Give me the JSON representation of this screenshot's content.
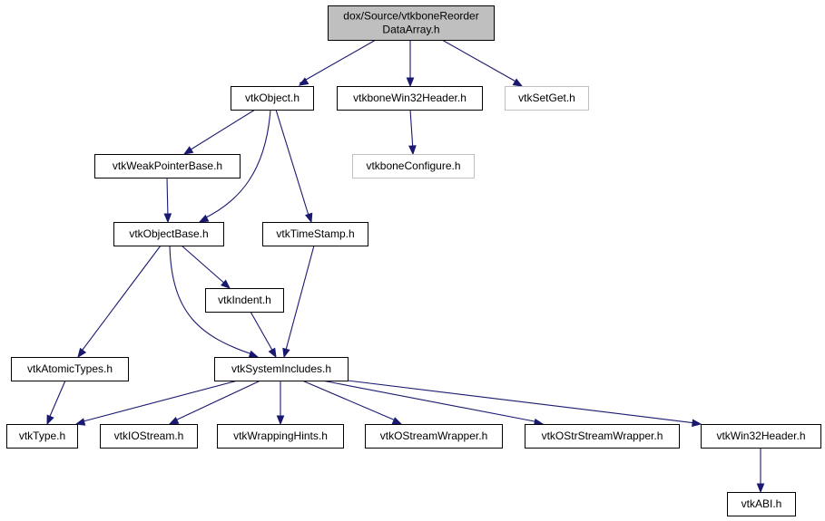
{
  "colors": {
    "edge": "#191970",
    "node_border": "#000000",
    "node_border_external": "#bfbfbf",
    "root_fill": "#bfbfbf",
    "node_fill": "#ffffff"
  },
  "nodes": {
    "root": {
      "lines": [
        "dox/Source/vtkboneReorder",
        "DataArray.h"
      ],
      "kind": "root"
    },
    "vtkObject": {
      "lines": [
        "vtkObject.h"
      ],
      "kind": "normal"
    },
    "vtkboneWin32Header": {
      "lines": [
        "vtkboneWin32Header.h"
      ],
      "kind": "normal"
    },
    "vtkSetGet": {
      "lines": [
        "vtkSetGet.h"
      ],
      "kind": "external"
    },
    "vtkboneConfigure": {
      "lines": [
        "vtkboneConfigure.h"
      ],
      "kind": "external"
    },
    "vtkWeakPointerBase": {
      "lines": [
        "vtkWeakPointerBase.h"
      ],
      "kind": "normal"
    },
    "vtkObjectBase": {
      "lines": [
        "vtkObjectBase.h"
      ],
      "kind": "normal"
    },
    "vtkTimeStamp": {
      "lines": [
        "vtkTimeStamp.h"
      ],
      "kind": "normal"
    },
    "vtkIndent": {
      "lines": [
        "vtkIndent.h"
      ],
      "kind": "normal"
    },
    "vtkAtomicTypes": {
      "lines": [
        "vtkAtomicTypes.h"
      ],
      "kind": "normal"
    },
    "vtkSystemIncludes": {
      "lines": [
        "vtkSystemIncludes.h"
      ],
      "kind": "normal"
    },
    "vtkType": {
      "lines": [
        "vtkType.h"
      ],
      "kind": "normal"
    },
    "vtkIOStream": {
      "lines": [
        "vtkIOStream.h"
      ],
      "kind": "normal"
    },
    "vtkWrappingHints": {
      "lines": [
        "vtkWrappingHints.h"
      ],
      "kind": "normal"
    },
    "vtkOStreamWrapper": {
      "lines": [
        "vtkOStreamWrapper.h"
      ],
      "kind": "normal"
    },
    "vtkOStrStreamWrapper": {
      "lines": [
        "vtkOStrStreamWrapper.h"
      ],
      "kind": "normal"
    },
    "vtkWin32Header": {
      "lines": [
        "vtkWin32Header.h"
      ],
      "kind": "normal"
    },
    "vtkABI": {
      "lines": [
        "vtkABI.h"
      ],
      "kind": "normal"
    }
  },
  "edges": [
    {
      "from": "root",
      "to": "vtkObject"
    },
    {
      "from": "root",
      "to": "vtkboneWin32Header"
    },
    {
      "from": "root",
      "to": "vtkSetGet"
    },
    {
      "from": "vtkboneWin32Header",
      "to": "vtkboneConfigure"
    },
    {
      "from": "vtkObject",
      "to": "vtkWeakPointerBase"
    },
    {
      "from": "vtkObject",
      "to": "vtkObjectBase"
    },
    {
      "from": "vtkObject",
      "to": "vtkTimeStamp"
    },
    {
      "from": "vtkWeakPointerBase",
      "to": "vtkObjectBase"
    },
    {
      "from": "vtkObjectBase",
      "to": "vtkIndent"
    },
    {
      "from": "vtkObjectBase",
      "to": "vtkAtomicTypes"
    },
    {
      "from": "vtkObjectBase",
      "to": "vtkSystemIncludes"
    },
    {
      "from": "vtkTimeStamp",
      "to": "vtkSystemIncludes"
    },
    {
      "from": "vtkIndent",
      "to": "vtkSystemIncludes"
    },
    {
      "from": "vtkAtomicTypes",
      "to": "vtkType"
    },
    {
      "from": "vtkSystemIncludes",
      "to": "vtkType"
    },
    {
      "from": "vtkSystemIncludes",
      "to": "vtkIOStream"
    },
    {
      "from": "vtkSystemIncludes",
      "to": "vtkWrappingHints"
    },
    {
      "from": "vtkSystemIncludes",
      "to": "vtkOStreamWrapper"
    },
    {
      "from": "vtkSystemIncludes",
      "to": "vtkOStrStreamWrapper"
    },
    {
      "from": "vtkSystemIncludes",
      "to": "vtkWin32Header"
    },
    {
      "from": "vtkWin32Header",
      "to": "vtkABI"
    }
  ]
}
